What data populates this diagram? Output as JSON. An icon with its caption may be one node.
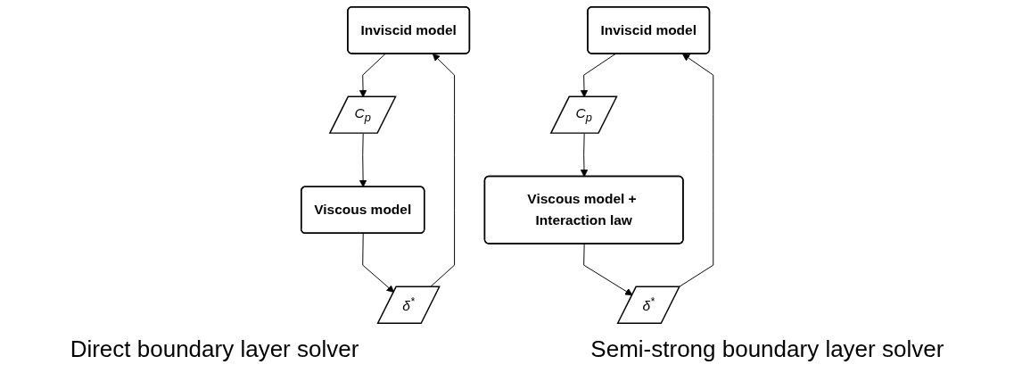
{
  "diagram": {
    "nodes": [
      {
        "text": [
          "Inviscid model"
        ]
      },
      {
        "text": [
          "δ$^{*}$"
        ]
      },
      {
        "text": [
          "C$_{p}$"
        ]
      },
      {
        "text": [
          "Viscous model"
        ]
      },
      {
        "text": [
          "Inviscid model"
        ]
      },
      {
        "text": [
          "δ$^{*}$"
        ]
      },
      {
        "text": [
          "C$_{p}$"
        ]
      },
      {
        "text": [
          "Viscous model + Interaction law"
        ]
      }
    ],
    "edges": [
      {
        "from": 1,
        "to": 0,
        "arrow": "to"
      },
      {
        "from": 0,
        "to": 2,
        "arrow": "to"
      },
      {
        "from": 2,
        "to": 3,
        "arrow": "to"
      },
      {
        "from": 3,
        "to": 1,
        "arrow": "to"
      },
      {
        "from": 5,
        "to": 4,
        "arrow": "to"
      },
      {
        "from": 4,
        "to": 6,
        "arrow": "to"
      },
      {
        "from": 6,
        "to": 7,
        "arrow": "to"
      },
      {
        "from": 7,
        "to": 5,
        "arrow": "to"
      }
    ],
    "labels": [
      "Direct boundary layer solver",
      "Semi-strong boundary layer solver"
    ]
  }
}
